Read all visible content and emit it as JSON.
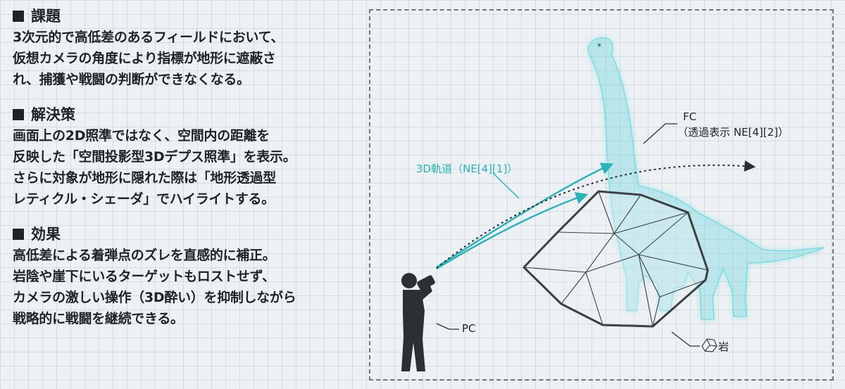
{
  "sections": [
    {
      "heading": "課題",
      "lines": [
        "3次元的で高低差のあるフィールドにおいて、",
        "仮想カメラの角度により指標が地形に遮蔽さ",
        "れ、捕獲や戦闘の判断ができなくなる。"
      ]
    },
    {
      "heading": "解決策",
      "lines": [
        "画面上の2D照準ではなく、空間内の距離を",
        "反映した「空間投影型3Dデプス照準」を表示。",
        "さらに対象が地形に隠れた際は「地形透過型",
        "レティクル・シェーダ」でハイライトする。"
      ]
    },
    {
      "heading": "効果",
      "lines": [
        "高低差による着弾点のズレを直感的に補正。",
        "岩陰や崖下にいるターゲットもロストせず、",
        "カメラの激しい操作（3D酔い）を抑制しながら",
        "戦略的に戦闘を継続できる。"
      ]
    }
  ],
  "diagram": {
    "trajectory_label": "3D軌道（NE[4][1]）",
    "fc_label": "FC",
    "fc_sub_label": "（透過表示 NE[4][2]）",
    "pc_label": "PC",
    "rock_label": "岩",
    "colors": {
      "teal": "#2bb3b8",
      "glow": "#8fe8ec",
      "dark": "#2b3035",
      "rock": "#3a4046"
    }
  }
}
